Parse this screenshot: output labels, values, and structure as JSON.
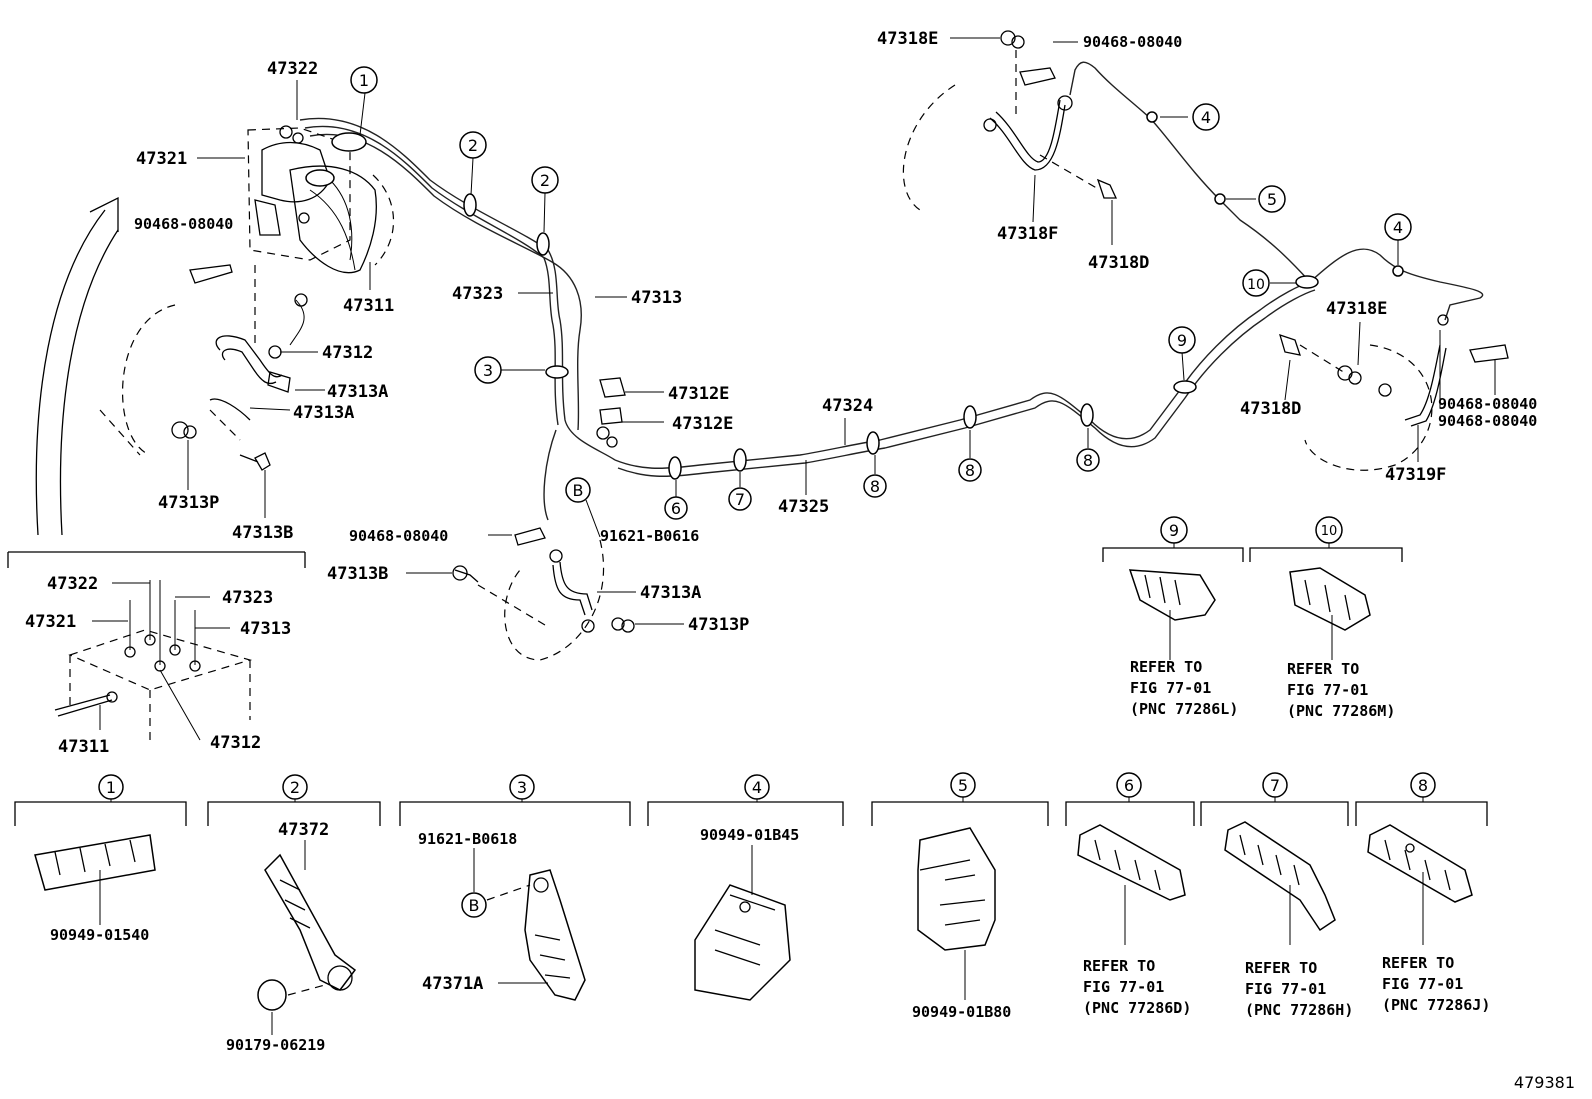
{
  "diagram_id": "479381",
  "labels": {
    "l47322_top": "47322",
    "l47321_top": "47321",
    "l90468_a": "90468-08040",
    "l47311_top": "47311",
    "l47312_top": "47312",
    "l47313A_1": "47313A",
    "l47313A_2": "47313A",
    "l47313P_1": "47313P",
    "l47313B_1": "47313B",
    "l47323_mid": "47323",
    "l47313_mid": "47313",
    "l47312E_1": "47312E",
    "l47312E_2": "47312E",
    "l90468_b": "90468-08040",
    "l91621": "91621-B0616",
    "l47313B_2": "47313B",
    "l47313A_3": "47313A",
    "l47313P_2": "47313P",
    "l47324": "47324",
    "l47325": "47325",
    "l47318E_1": "47318E",
    "l90468_c": "90468-08040",
    "l47318F": "47318F",
    "l47318D_1": "47318D",
    "l47318E_2": "47318E",
    "l47318D_2": "47318D",
    "l90468_d": "90468-08040",
    "l90468_e": "90468-08040",
    "l47319F": "47319F",
    "d47322": "47322",
    "d47321": "47321",
    "d47323": "47323",
    "d47313": "47313",
    "d47311": "47311",
    "d47312": "47312",
    "c_47372": "47372",
    "c_90949_01540": "90949-01540",
    "c_90179": "90179-06219",
    "c_91621_b0618": "91621-B0618",
    "c_47371A": "47371A",
    "c_90949_01B45": "90949-01B45",
    "c_90949_01B80": "90949-01B80"
  },
  "callouts": {
    "c1": "1",
    "c2": "2",
    "c3": "3",
    "c4": "4",
    "c5": "5",
    "c6": "6",
    "c7": "7",
    "c8": "8",
    "c9": "9",
    "c10": "10",
    "b": "B"
  },
  "refer": {
    "line1": "REFER TO",
    "line2": "FIG 77-01",
    "pnc_9": "(PNC 77286L)",
    "pnc_10": "(PNC 77286M)",
    "pnc_6": "(PNC 77286D)",
    "pnc_7": "(PNC 77286H)",
    "pnc_8": "(PNC 77286J)"
  }
}
